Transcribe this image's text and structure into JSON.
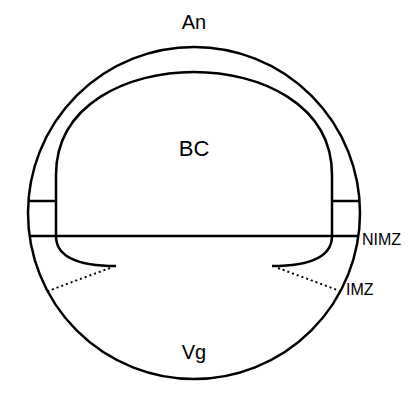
{
  "diagram": {
    "labels": [
      "An",
      "BC",
      "NIMZ",
      "IMZ",
      "Vg"
    ]
  }
}
